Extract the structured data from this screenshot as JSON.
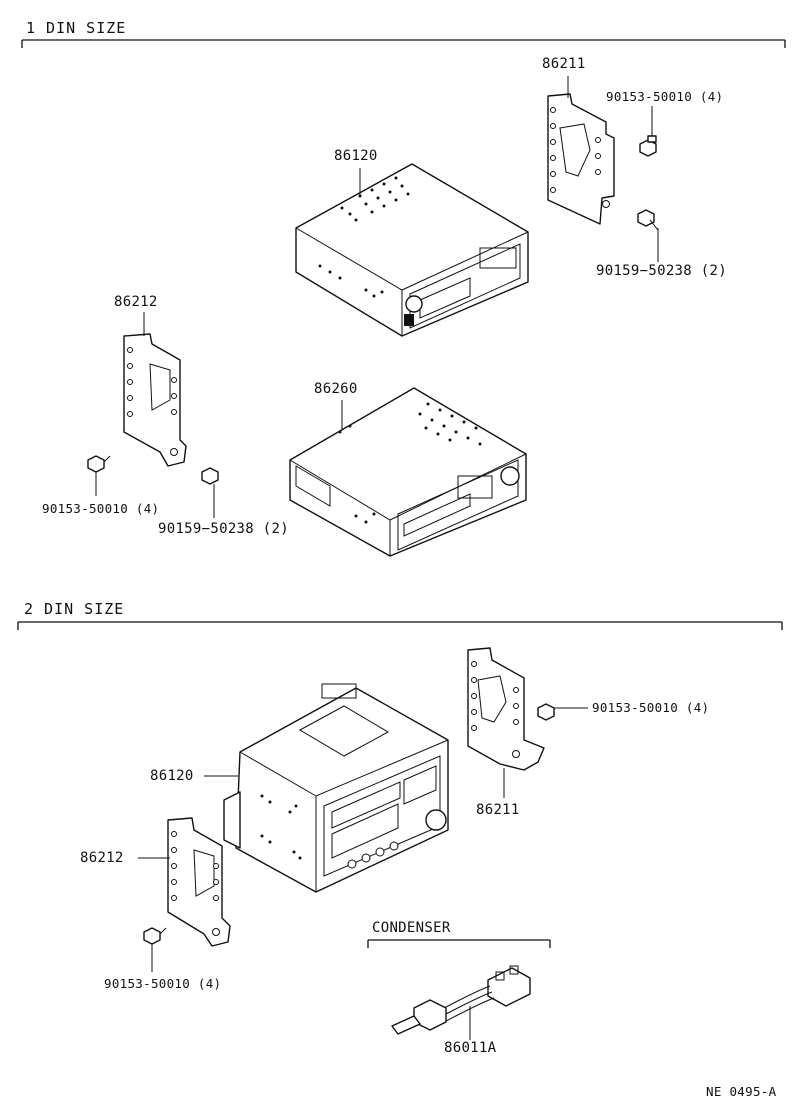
{
  "sections": {
    "one_din": {
      "title": "1 DIN SIZE"
    },
    "two_din": {
      "title": "2 DIN SIZE"
    }
  },
  "one_din": {
    "bracket_right": {
      "part_no": "86211"
    },
    "bolt_right_top": {
      "part_no": "90153-50010 (4)"
    },
    "screw_right": {
      "part_no": "90159−50238 (2)"
    },
    "radio_unit": {
      "part_no": "86120"
    },
    "bracket_left": {
      "part_no": "86212"
    },
    "cassette_unit": {
      "part_no": "86260"
    },
    "bolt_left": {
      "part_no": "90153-50010 (4)"
    },
    "screw_left": {
      "part_no": "90159−50238 (2)"
    }
  },
  "two_din": {
    "radio_unit": {
      "part_no": "86120"
    },
    "bracket_right": {
      "part_no": "86211"
    },
    "bolt_right": {
      "part_no": "90153-50010 (4)"
    },
    "bracket_left": {
      "part_no": "86212"
    },
    "bolt_left": {
      "part_no": "90153-50010 (4)"
    },
    "condenser": {
      "title": "CONDENSER",
      "part_no": "86011A"
    }
  },
  "figure_code": "NE 0495-A",
  "colors": {
    "line": "#111111",
    "background": "#ffffff"
  }
}
